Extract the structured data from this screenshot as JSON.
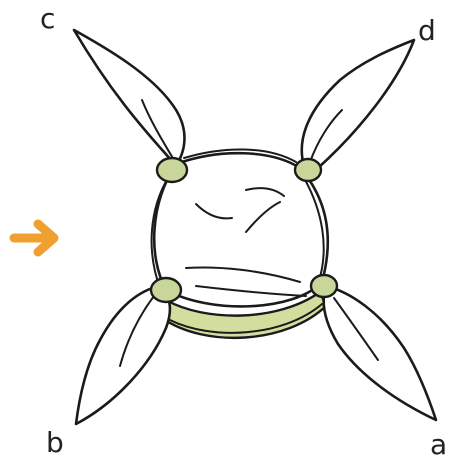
{
  "labels": {
    "top_left": "c",
    "top_right": "d",
    "bottom_left": "b",
    "bottom_right": "a"
  },
  "colors": {
    "arrow": "#f0a030",
    "knot": "#c8d69a",
    "band": "#d3de9e",
    "ink": "#1b1b1b"
  },
  "icons": {
    "pointer": "right-arrow-icon"
  }
}
